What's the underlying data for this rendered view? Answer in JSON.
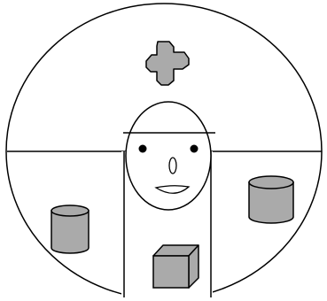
{
  "figure": {
    "background": "#ffffff",
    "stroke_color": "#000000",
    "shape_fill": "#aaaaaa",
    "face_fill": "#ffffff",
    "elements": [
      "outer-circle",
      "horizon-line",
      "corridor",
      "head",
      "cross-shape",
      "cylinder-left",
      "cylinder-right",
      "cube"
    ]
  }
}
